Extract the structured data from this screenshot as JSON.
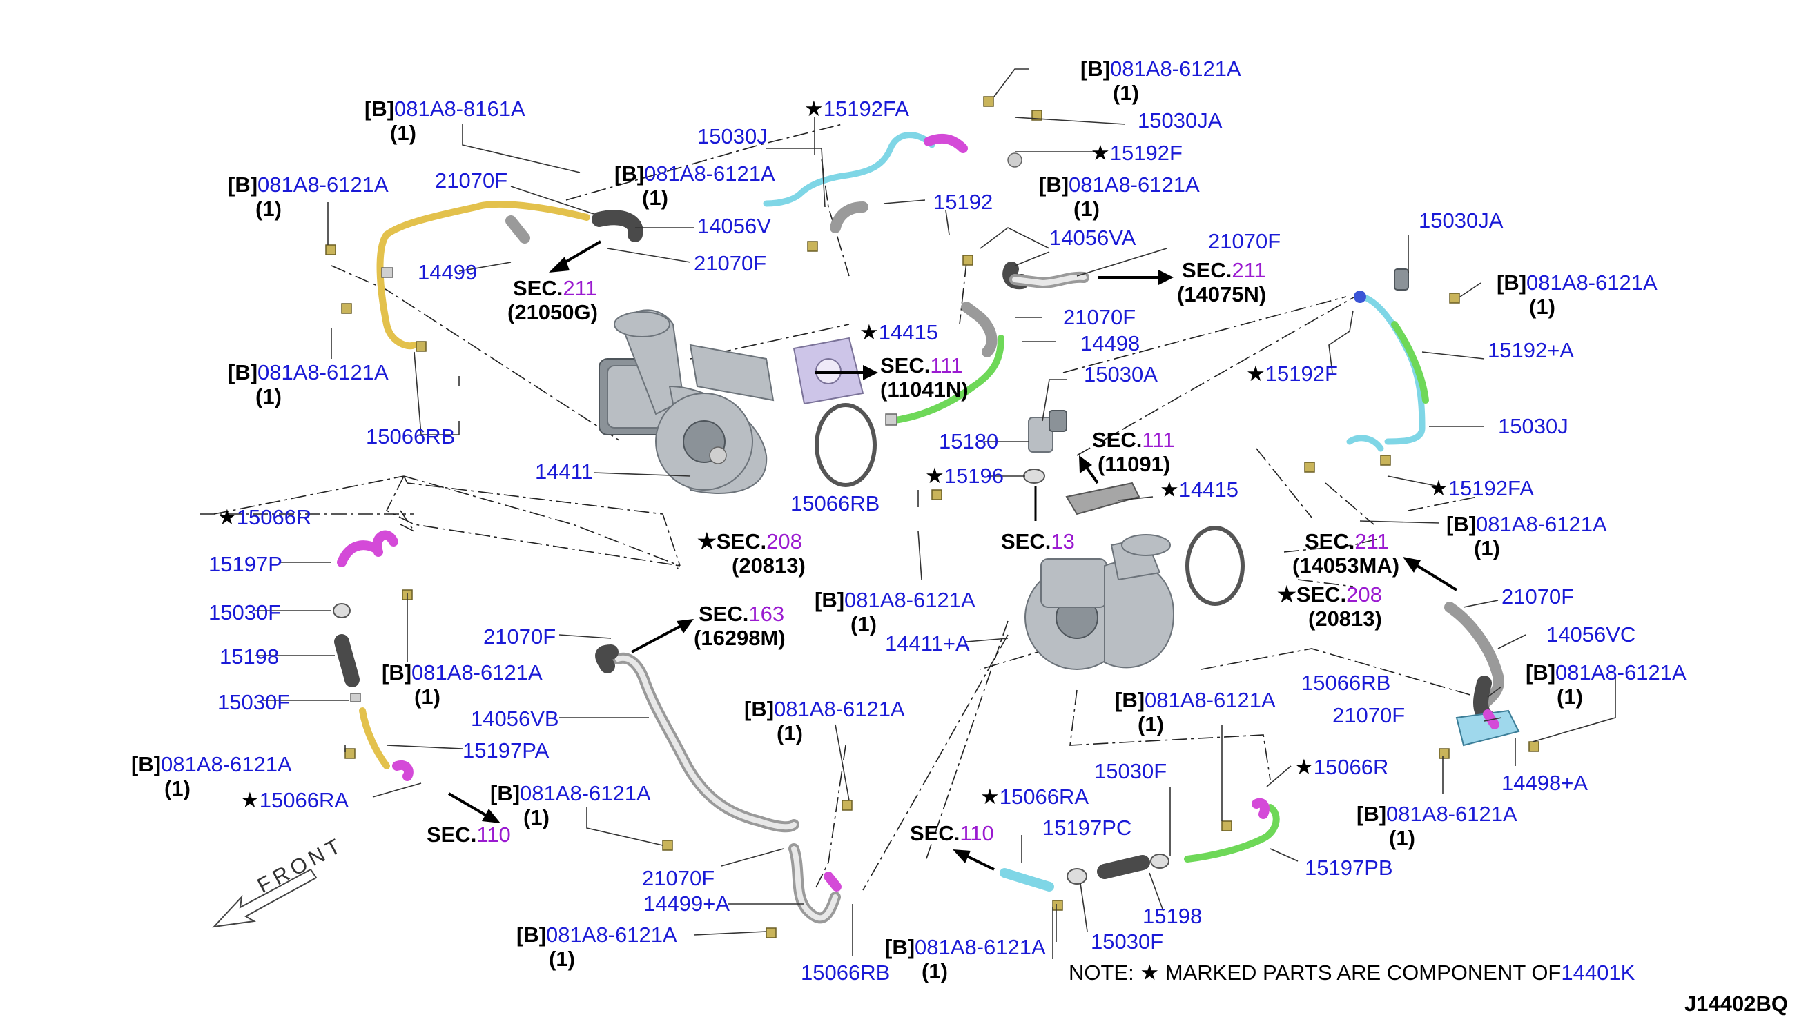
{
  "diagram_code": "J14402BQ",
  "note": {
    "prefix": "NOTE:",
    "star": "★",
    "text": "MARKED PARTS ARE COMPONENT OF",
    "part": "14401K"
  },
  "colors": {
    "part_number": "#1a1ad6",
    "section_number": "#9a1ad0",
    "hose_yellow": "#e3c14c",
    "hose_cyan": "#7fd6e6",
    "hose_green": "#6ed858",
    "hose_magenta": "#d44ad8"
  },
  "front_label": "FRONT",
  "labels": [
    {
      "id": "l1",
      "prefix": "[B]",
      "part": "081A8-8161A",
      "qty": "(1)"
    },
    {
      "id": "l2",
      "prefix": "[B]",
      "part": "081A8-6121A",
      "qty": "(1)"
    },
    {
      "id": "l3",
      "part": "21070F"
    },
    {
      "id": "l4",
      "part": "14056V"
    },
    {
      "id": "l5",
      "part": "14499"
    },
    {
      "id": "l6",
      "part": "21070F"
    },
    {
      "id": "l7",
      "prefix": "[B]",
      "part": "081A8-6121A",
      "qty": "(1)"
    },
    {
      "id": "l8",
      "part": "15066RB"
    },
    {
      "id": "l9",
      "part": "14411"
    },
    {
      "id": "l10",
      "part": "15030J"
    },
    {
      "id": "l11",
      "prefix": "[B]",
      "part": "081A8-6121A",
      "qty": "(1)"
    },
    {
      "id": "l12",
      "star": "★",
      "part": "15192FA"
    },
    {
      "id": "l13",
      "part": "15192"
    },
    {
      "id": "l14",
      "prefix": "[B]",
      "part": "081A8-6121A",
      "qty": "(1)"
    },
    {
      "id": "l15",
      "part": "15030JA"
    },
    {
      "id": "l16",
      "star": "★",
      "part": "15192F"
    },
    {
      "id": "l17",
      "prefix": "[B]",
      "part": "081A8-6121A",
      "qty": "(1)"
    },
    {
      "id": "l18",
      "part": "14056VA"
    },
    {
      "id": "l19",
      "part": "21070F"
    },
    {
      "id": "l20",
      "part": "21070F"
    },
    {
      "id": "l21",
      "part": "14498"
    },
    {
      "id": "l22",
      "star": "★",
      "part": "14415"
    },
    {
      "id": "l23",
      "part": "15030A"
    },
    {
      "id": "l24",
      "part": "15180"
    },
    {
      "id": "l25",
      "star": "★",
      "part": "15196"
    },
    {
      "id": "l26",
      "part": "15066RB"
    },
    {
      "id": "l27",
      "star": "★",
      "part": "14415"
    },
    {
      "id": "l28",
      "part": "15030JA"
    },
    {
      "id": "l29",
      "prefix": "[B]",
      "part": "081A8-6121A",
      "qty": "(1)"
    },
    {
      "id": "l30",
      "part": "15192+A"
    },
    {
      "id": "l31",
      "star": "★",
      "part": "15192F"
    },
    {
      "id": "l32",
      "part": "15030J"
    },
    {
      "id": "l33",
      "star": "★",
      "part": "15192FA"
    },
    {
      "id": "l34",
      "prefix": "[B]",
      "part": "081A8-6121A",
      "qty": "(1)"
    },
    {
      "id": "l35",
      "part": "21070F"
    },
    {
      "id": "l36",
      "part": "14056VC"
    },
    {
      "id": "l37",
      "prefix": "[B]",
      "part": "081A8-6121A",
      "qty": "(1)"
    },
    {
      "id": "l38",
      "part": "15066RB"
    },
    {
      "id": "l39",
      "part": "21070F"
    },
    {
      "id": "l40",
      "part": "14498+A"
    },
    {
      "id": "l41",
      "prefix": "[B]",
      "part": "081A8-6121A",
      "qty": "(1)"
    },
    {
      "id": "l42",
      "star": "★",
      "part": "15066R"
    },
    {
      "id": "l43",
      "part": "15197P"
    },
    {
      "id": "l44",
      "part": "15030F"
    },
    {
      "id": "l45",
      "part": "15198"
    },
    {
      "id": "l46",
      "part": "15030F"
    },
    {
      "id": "l47",
      "prefix": "[B]",
      "part": "081A8-6121A",
      "qty": "(1)"
    },
    {
      "id": "l48",
      "part": "15197PA"
    },
    {
      "id": "l49",
      "prefix": "[B]",
      "part": "081A8-6121A",
      "qty": "(1)"
    },
    {
      "id": "l50",
      "star": "★",
      "part": "15066RA"
    },
    {
      "id": "l51",
      "part": "21070F"
    },
    {
      "id": "l52",
      "part": "14056VB"
    },
    {
      "id": "l53",
      "prefix": "[B]",
      "part": "081A8-6121A",
      "qty": "(1)"
    },
    {
      "id": "l54",
      "prefix": "[B]",
      "part": "081A8-6121A",
      "qty": "(1)"
    },
    {
      "id": "l55",
      "part": "21070F"
    },
    {
      "id": "l56",
      "part": "14499+A"
    },
    {
      "id": "l57",
      "prefix": "[B]",
      "part": "081A8-6121A",
      "qty": "(1)"
    },
    {
      "id": "l58",
      "part": "15066RB"
    },
    {
      "id": "l59",
      "prefix": "[B]",
      "part": "081A8-6121A",
      "qty": "(1)"
    },
    {
      "id": "l60",
      "part": "14411+A"
    },
    {
      "id": "l61",
      "prefix": "[B]",
      "part": "081A8-6121A",
      "qty": "(1)"
    },
    {
      "id": "l62",
      "part": "15030F"
    },
    {
      "id": "l63",
      "star": "★",
      "part": "15066RA"
    },
    {
      "id": "l64",
      "part": "15197PC"
    },
    {
      "id": "l65",
      "part": "15198"
    },
    {
      "id": "l66",
      "part": "15030F"
    },
    {
      "id": "l67",
      "star": "★",
      "part": "15066R"
    },
    {
      "id": "l68",
      "part": "15197PB"
    },
    {
      "id": "l69",
      "prefix": "[B]",
      "part": "081A8-6121A",
      "qty": "(1)"
    }
  ],
  "sections": [
    {
      "id": "s1",
      "prefix": "SEC.",
      "num": "211",
      "ref": "(21050G)"
    },
    {
      "id": "s2",
      "prefix": "SEC.",
      "num": "211",
      "ref": "(14075N)"
    },
    {
      "id": "s3",
      "prefix": "SEC.",
      "num": "111",
      "ref": "(11041N)"
    },
    {
      "id": "s4",
      "prefix": "SEC.",
      "num": "111",
      "ref": "(11091)"
    },
    {
      "id": "s5",
      "star": "★",
      "prefix": "SEC.",
      "num": "208",
      "ref": "(20813)"
    },
    {
      "id": "s6",
      "prefix": "SEC.",
      "num": "13",
      "ref": ""
    },
    {
      "id": "s7",
      "prefix": "SEC.",
      "num": "211",
      "ref": "(14053MA)"
    },
    {
      "id": "s8",
      "star": "★",
      "prefix": "SEC.",
      "num": "208",
      "ref": "(20813)"
    },
    {
      "id": "s9",
      "prefix": "SEC.",
      "num": "163",
      "ref": "(16298M)"
    },
    {
      "id": "s10",
      "prefix": "SEC.",
      "num": "110",
      "ref": ""
    },
    {
      "id": "s11",
      "prefix": "SEC.",
      "num": "110",
      "ref": ""
    }
  ]
}
